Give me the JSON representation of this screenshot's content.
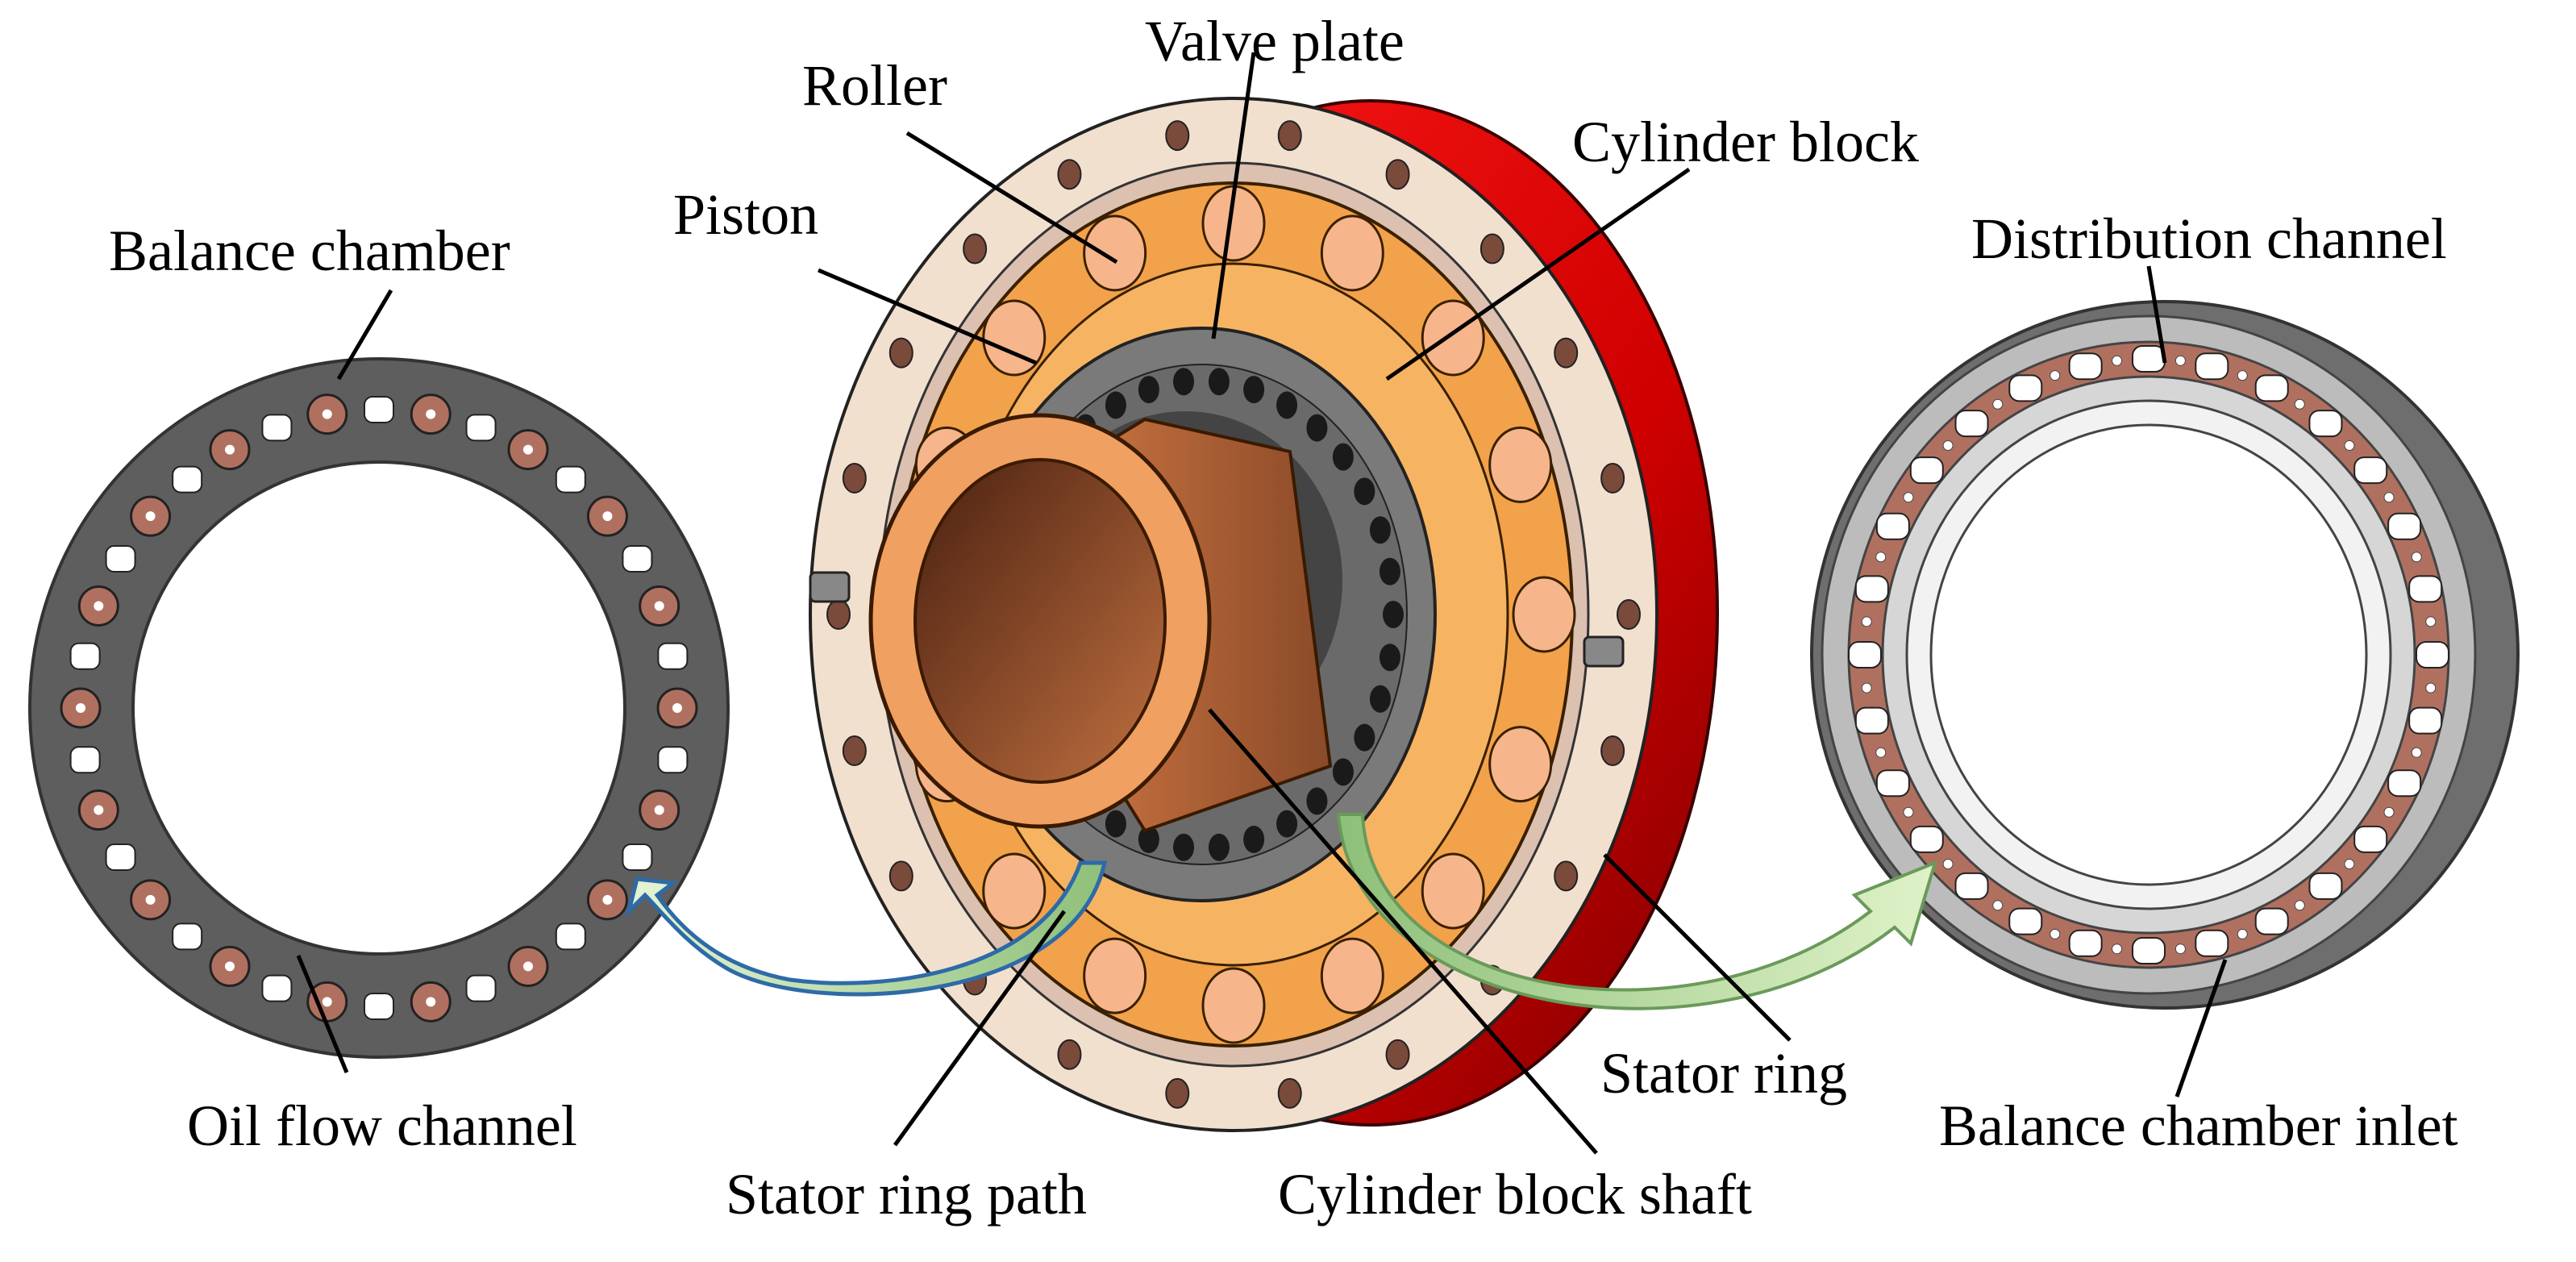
{
  "labels": {
    "valve_plate": "Valve plate",
    "roller": "Roller",
    "cylinder_block": "Cylinder block",
    "piston": "Piston",
    "balance_chamber": "Balance chamber",
    "distribution_channel": "Distribution channel",
    "oil_flow_channel": "Oil flow channel",
    "stator_ring_path": "Stator ring path",
    "cylinder_block_shaft": "Cylinder block shaft",
    "stator_ring": "Stator ring",
    "balance_chamber_inlet": "Balance chamber  inlet"
  },
  "colors": {
    "stator_red": "#d40000",
    "flange_cream": "#f2e0cf",
    "cylinder_orange": "#f2a24a",
    "roller_peach": "#f6b58a",
    "shaft_copper": "#b8683a",
    "valve_gray": "#7a7a7a",
    "ring_dark_gray": "#5e5e5e",
    "chamber_brown": "#b07060",
    "arrow_blue_outline": "#2e6aa8",
    "arrow_green_fill": "#bfe0a8"
  }
}
